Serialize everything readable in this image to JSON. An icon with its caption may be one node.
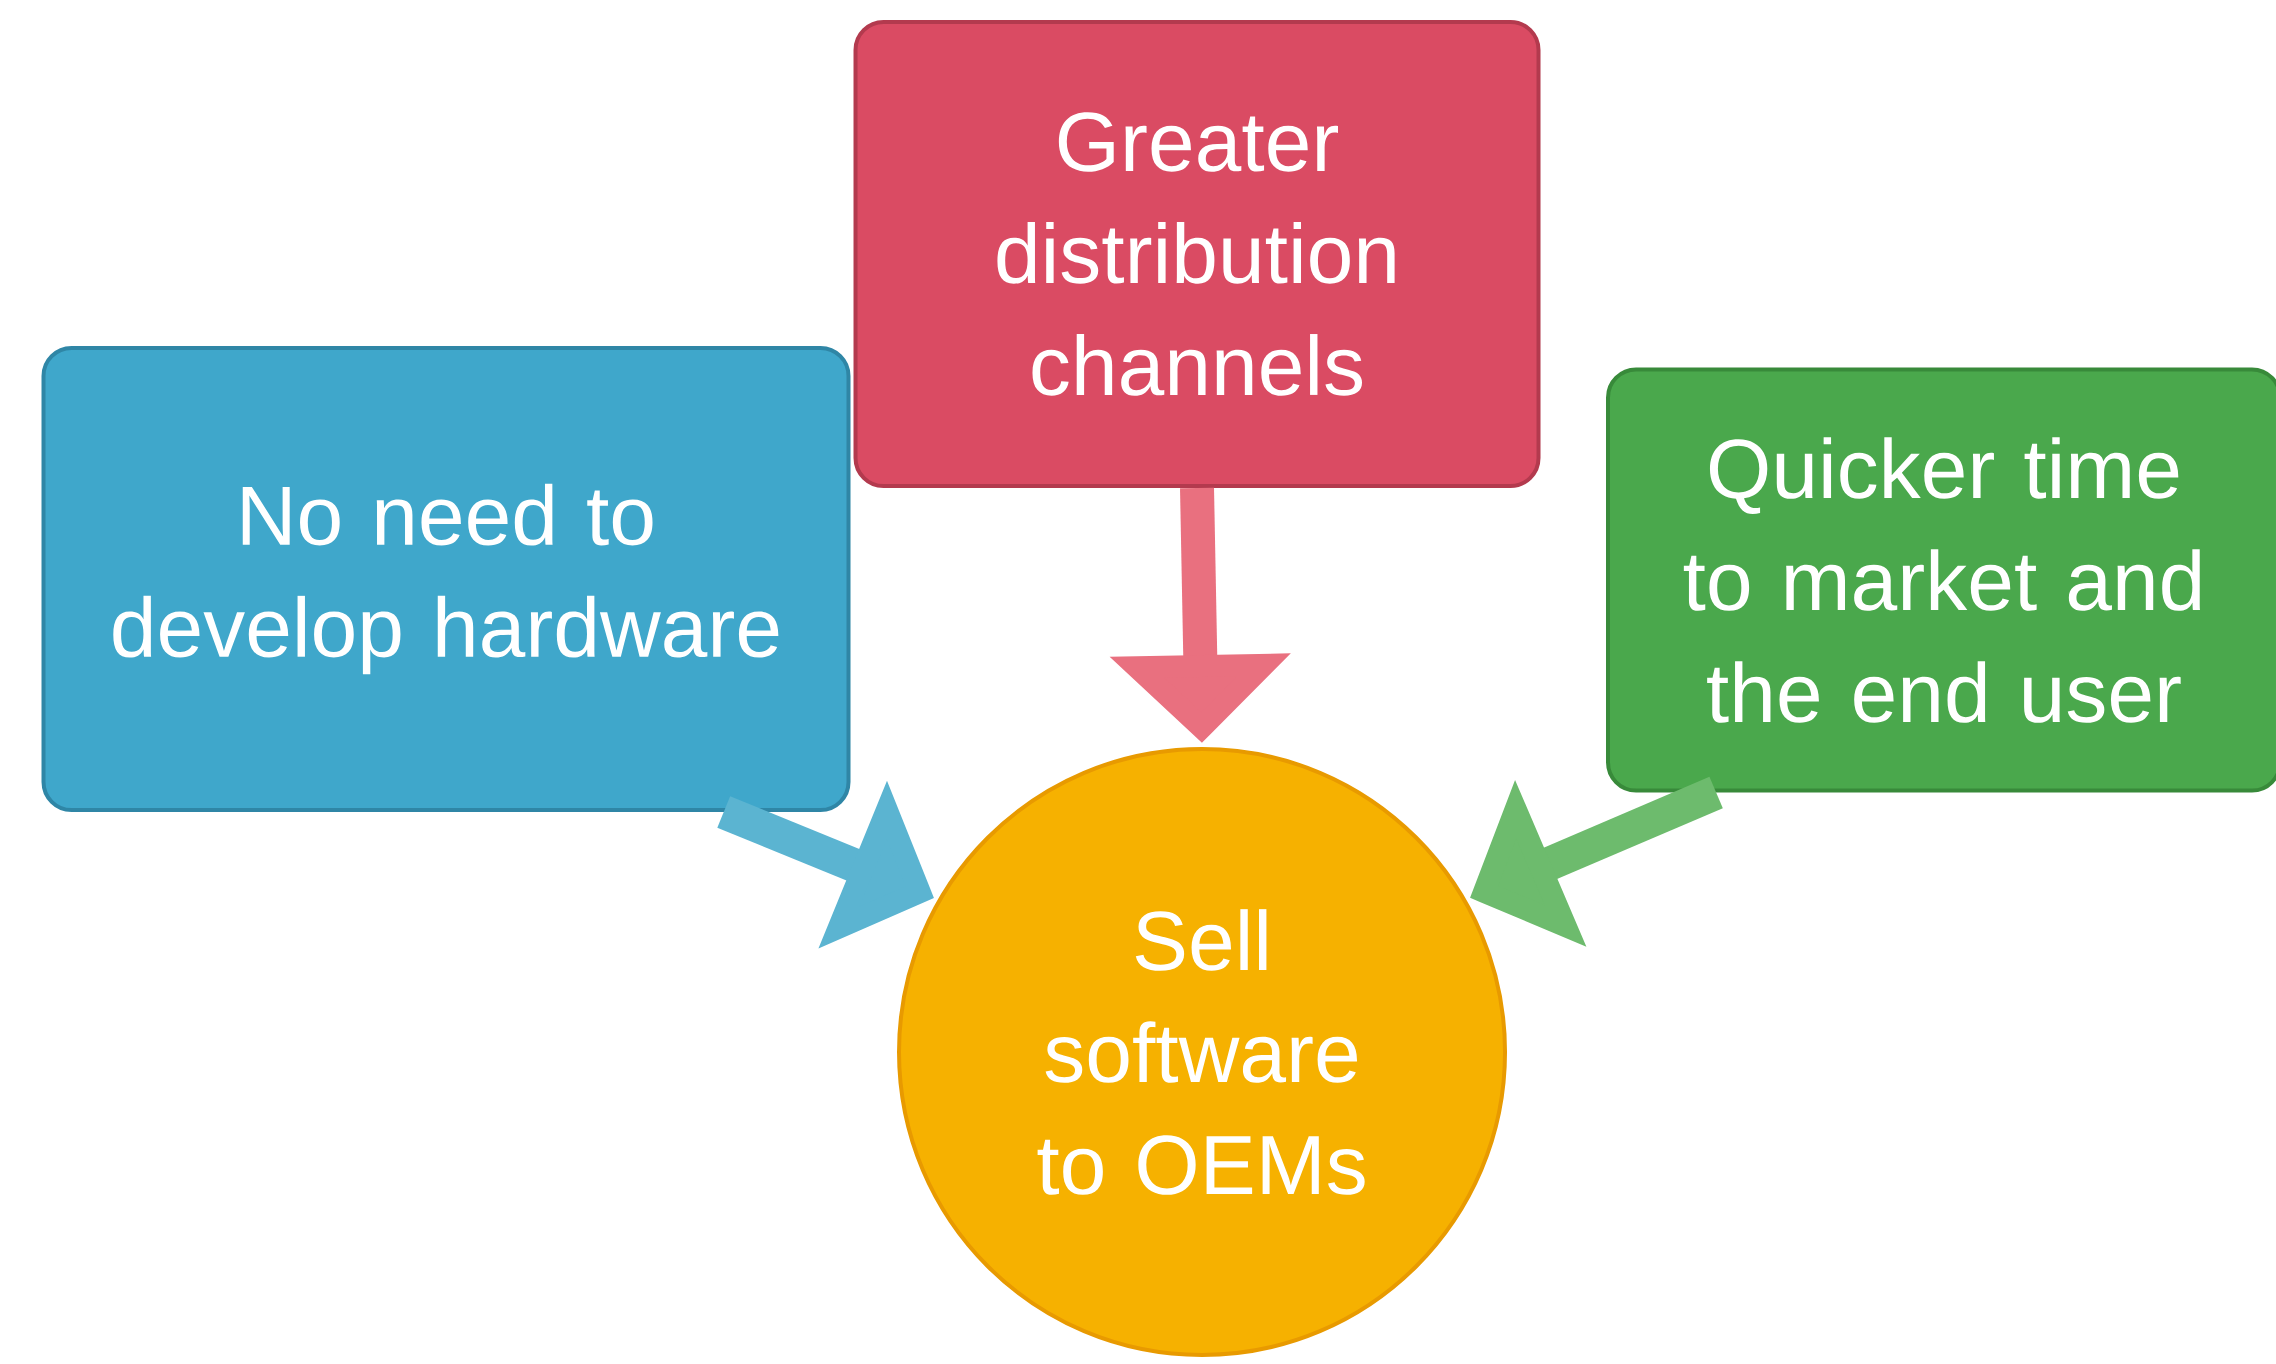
{
  "diagram": {
    "nodes": [
      {
        "text": [
          "Greater distribution channels"
        ]
      },
      {
        "text": [
          "No need to develop hardware"
        ]
      },
      {
        "text": [
          "Quicker time to market and the end user"
        ]
      },
      {
        "text": [
          "Sell software to OEMs"
        ]
      }
    ],
    "edges": [
      {
        "from": 0,
        "to": 3,
        "arrow": "to",
        "color": "#e9707f"
      },
      {
        "from": 1,
        "to": 3,
        "arrow": "to",
        "color": "#5bb4d1"
      },
      {
        "from": 2,
        "to": 3,
        "arrow": "to",
        "color": "#6dbb6d"
      }
    ]
  }
}
